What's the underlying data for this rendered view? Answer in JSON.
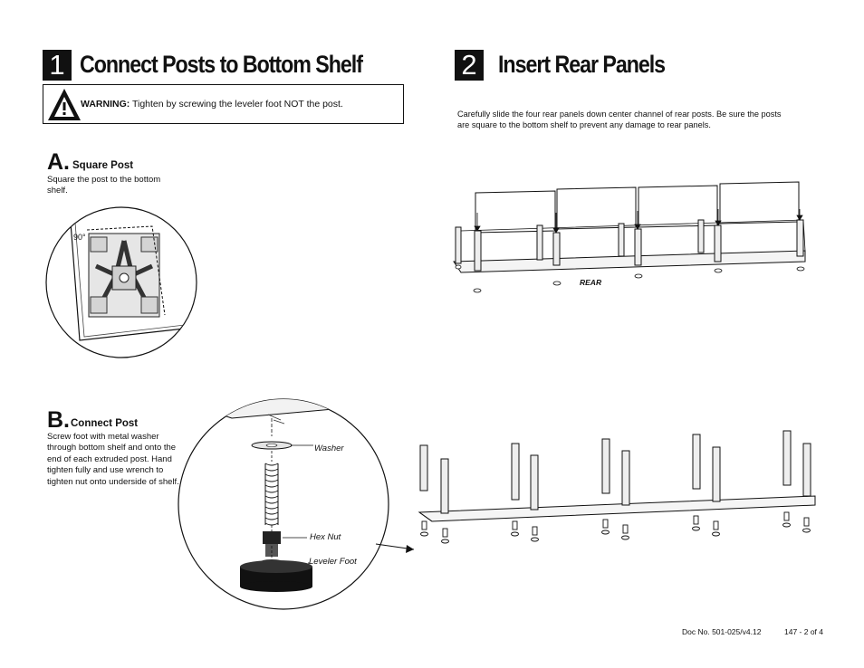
{
  "step1": {
    "number": "1",
    "title": "Connect Posts to Bottom Shelf",
    "warning": {
      "label": "WARNING:",
      "text": " Tighten by screwing the leveler foot NOT the post."
    },
    "substepA": {
      "letter": "A.",
      "title": "Square Post",
      "body": "Square the post to the bottom shelf.",
      "angle_label": "90°"
    },
    "substepB": {
      "letter": "B.",
      "title": "Connect Post",
      "body": "Screw foot with metal washer through bottom shelf and onto the end of each extruded post. Hand tighten fully and use wrench to tighten nut onto underside of shelf.",
      "callouts": {
        "washer": "Washer",
        "hex_nut": "Hex Nut",
        "leveler_foot": "Leveler Foot"
      }
    }
  },
  "step2": {
    "number": "2",
    "title": "Insert Rear Panels",
    "body": "Carefully slide the four rear panels down center channel of rear posts. Be sure the posts are square to the bottom shelf to prevent any damage to rear panels.",
    "rear_label": "REAR"
  },
  "footer": {
    "doc_no": "Doc No. 501-025/v4.12",
    "page": "147 - 2 of 4"
  }
}
